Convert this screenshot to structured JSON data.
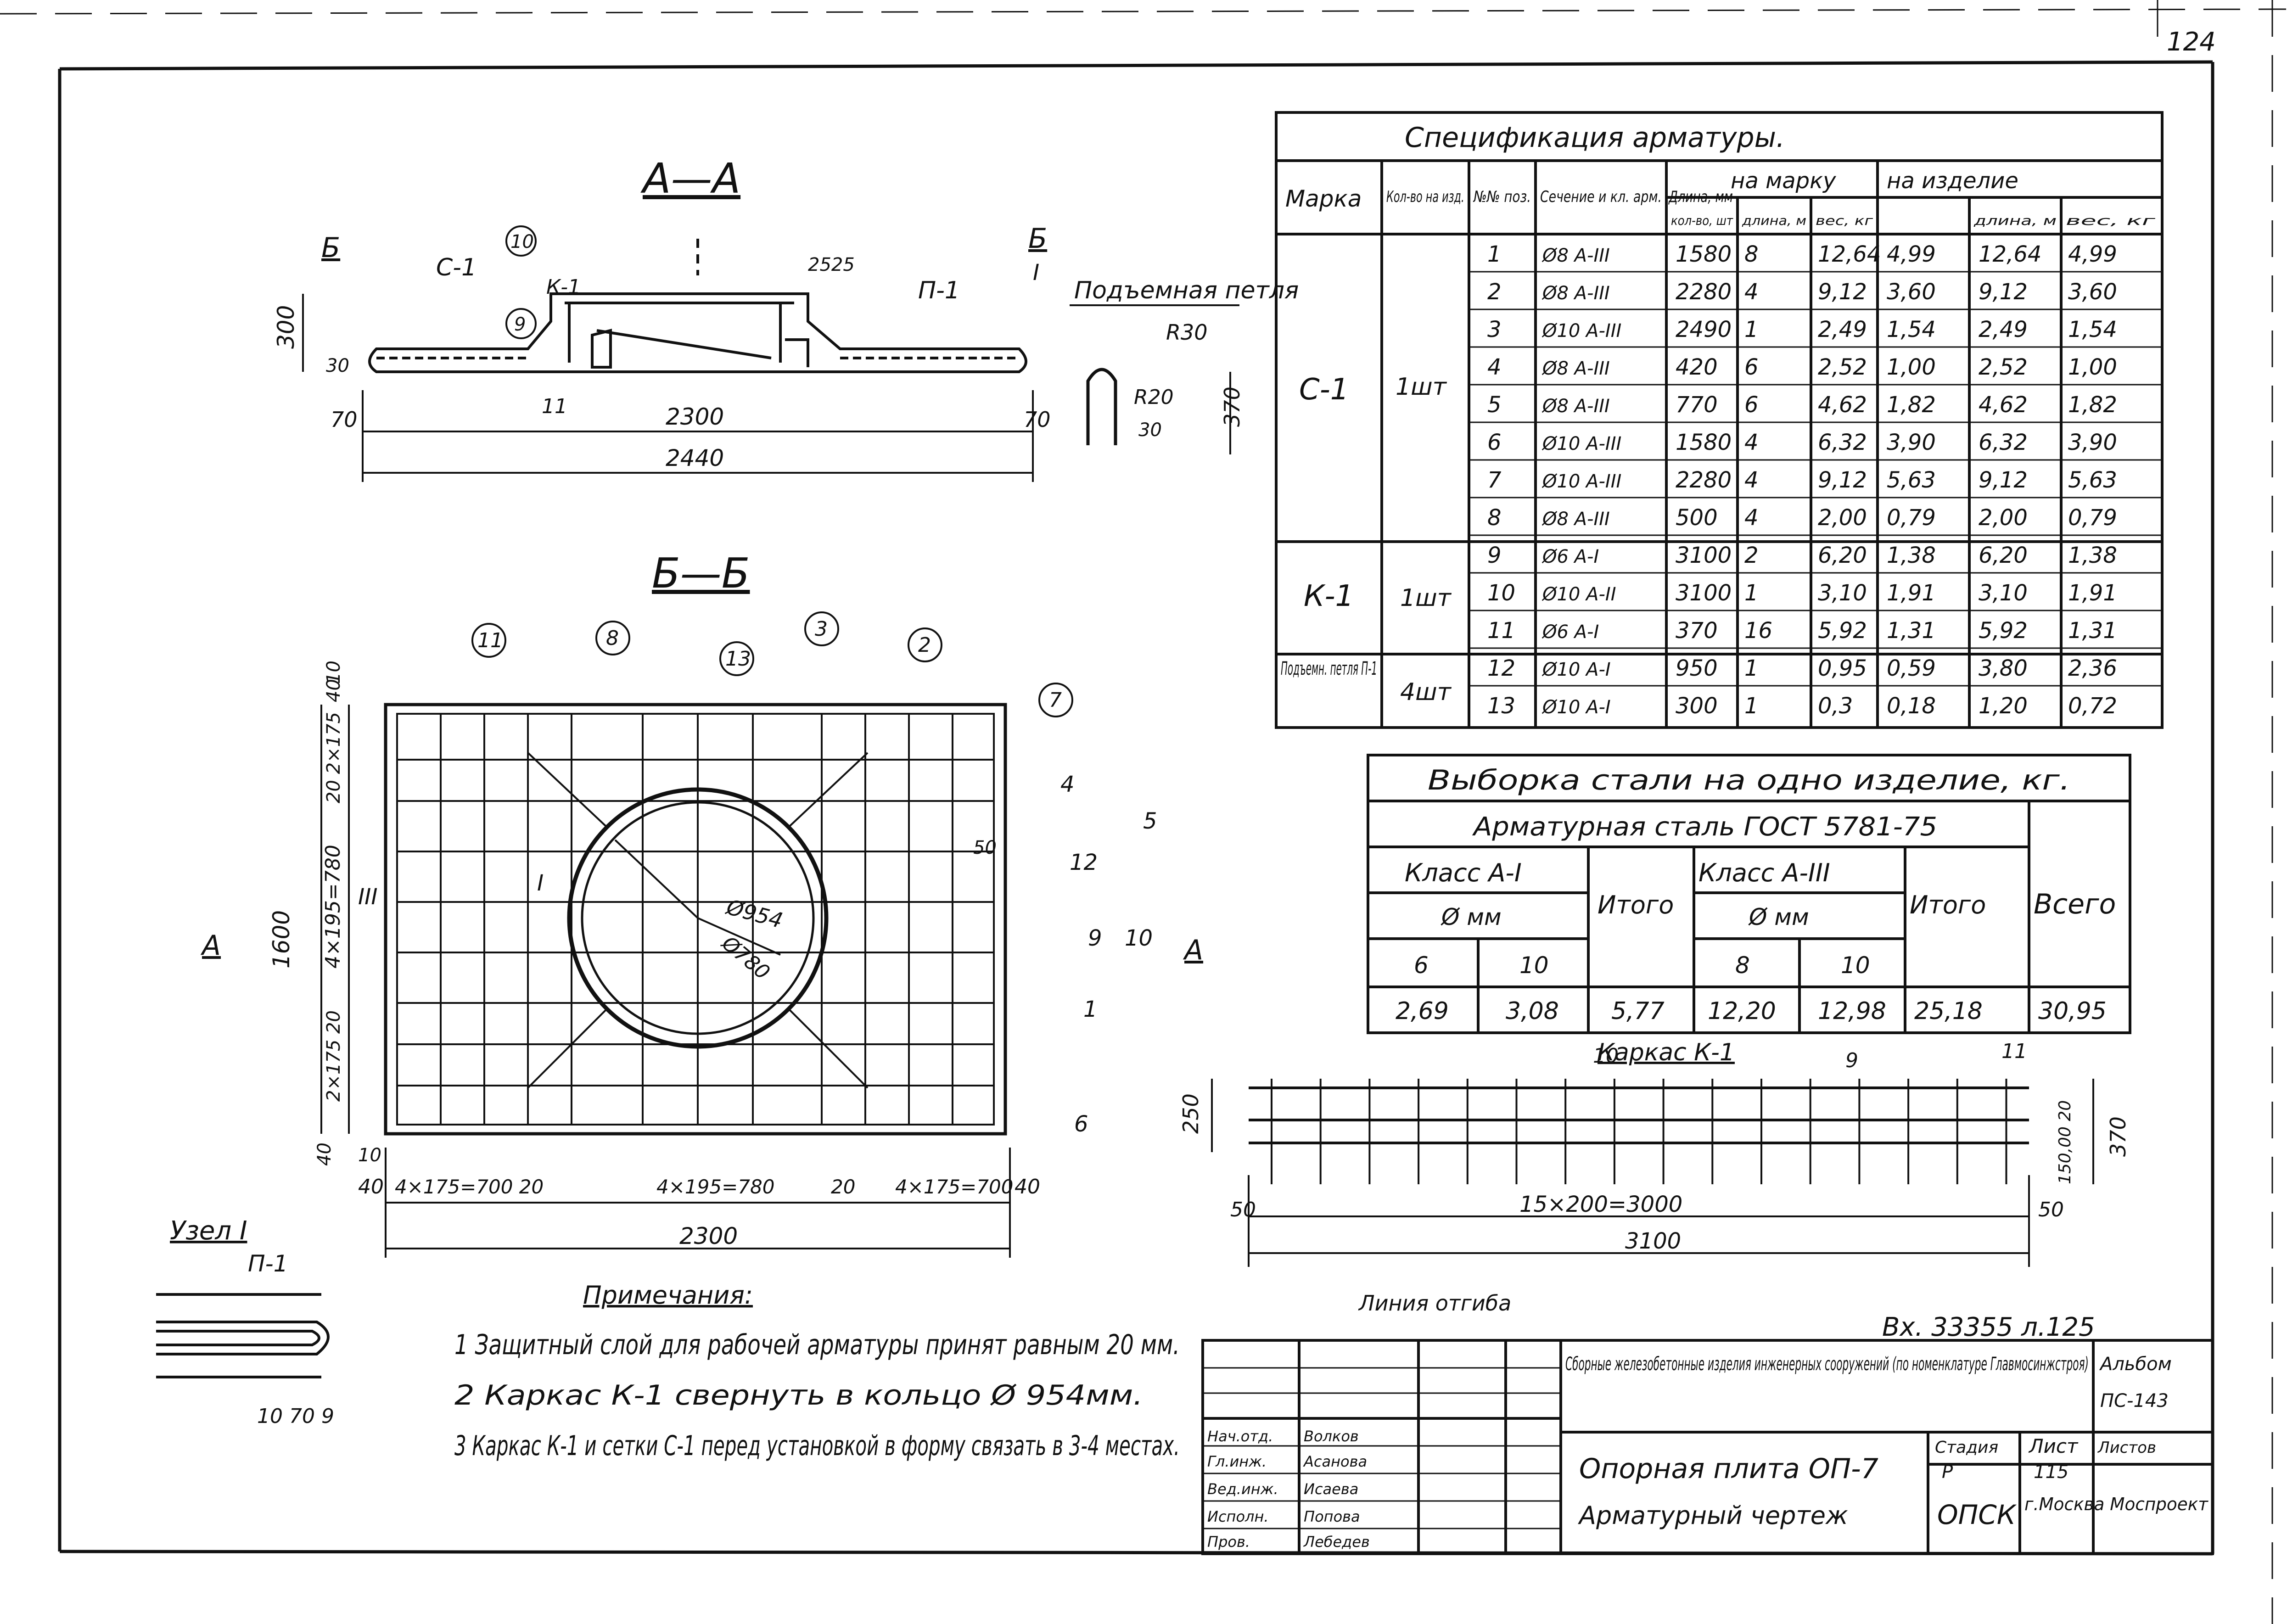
{
  "page_number": "124",
  "section_aa": {
    "title": "А—А",
    "labels": {
      "b_left": "Б",
      "b_right": "Б",
      "roman_I": "I",
      "c1": "С-1",
      "k1": "К-1",
      "p1": "П-1",
      "n10": "10",
      "n9": "9",
      "n11": "11",
      "d2525": "2525"
    },
    "dims": {
      "h300": "300",
      "d30": "30",
      "l70": "70",
      "r70": "70",
      "w2300": "2300",
      "w2440": "2440"
    }
  },
  "lifting_loop": {
    "title": "Подъемная петля",
    "r30": "R30",
    "r20": "R20",
    "d30": "30",
    "h370": "370"
  },
  "section_bb": {
    "title": "Б—Б",
    "callouts": [
      "11",
      "8",
      "13",
      "3",
      "2",
      "7",
      "4",
      "5",
      "12",
      "9",
      "10",
      "1",
      "6"
    ],
    "left_dims": [
      "40",
      "10",
      "20 2×175",
      "4×195=780",
      "2×175 20",
      "10",
      "40"
    ],
    "overall_h": "1600",
    "bottom_dims": [
      "40",
      "4×175=700 20",
      "4×195=780",
      "20",
      "4×175=700",
      "40"
    ],
    "overall_w": "2300",
    "d954": "Ø954",
    "d780": "Ø780",
    "d50": "50",
    "a_left": "А",
    "a_right": "А",
    "roman": "III",
    "i_mark": "I"
  },
  "node": {
    "title": "Узел I",
    "p1": "П-1",
    "dims": "10 70 9"
  },
  "notes": {
    "title": "Примечания:",
    "items": [
      "1 Защитный слой для рабочей арматуры принят равным 20 мм.",
      "2 Каркас К-1 свернуть в кольцо Ø 954мм.",
      "3 Каркас К-1 и сетки С-1 перед установкой в форму связать в 3-4 местах."
    ]
  },
  "spec_table": {
    "title": "Спецификация арматуры.",
    "headers": {
      "mark": "Марка",
      "qty": "Кол-во на изд.",
      "pos": "№№ поз.",
      "section": "Сечение и кл. арм.",
      "length": "Длина, мм",
      "per_mark": "на марку",
      "per_item": "на изделие",
      "count": "кол-во, шт",
      "len_m": "длина, м",
      "weight": "вес, кг"
    },
    "groups": [
      {
        "mark": "С-1",
        "qty": "1шт",
        "rows": [
          [
            "1",
            "Ø8 А-III",
            "1580",
            "8",
            "12,64",
            "4,99",
            "12,64",
            "4,99"
          ],
          [
            "2",
            "Ø8 А-III",
            "2280",
            "4",
            "9,12",
            "3,60",
            "9,12",
            "3,60"
          ],
          [
            "3",
            "Ø10 А-III",
            "2490",
            "1",
            "2,49",
            "1,54",
            "2,49",
            "1,54"
          ],
          [
            "4",
            "Ø8 А-III",
            "420",
            "6",
            "2,52",
            "1,00",
            "2,52",
            "1,00"
          ],
          [
            "5",
            "Ø8 А-III",
            "770",
            "6",
            "4,62",
            "1,82",
            "4,62",
            "1,82"
          ],
          [
            "6",
            "Ø10 А-III",
            "1580",
            "4",
            "6,32",
            "3,90",
            "6,32",
            "3,90"
          ],
          [
            "7",
            "Ø10 А-III",
            "2280",
            "4",
            "9,12",
            "5,63",
            "9,12",
            "5,63"
          ],
          [
            "8",
            "Ø8 А-III",
            "500",
            "4",
            "2,00",
            "0,79",
            "2,00",
            "0,79"
          ]
        ]
      },
      {
        "mark": "К-1",
        "qty": "1шт",
        "rows": [
          [
            "9",
            "Ø6 А-I",
            "3100",
            "2",
            "6,20",
            "1,38",
            "6,20",
            "1,38"
          ],
          [
            "10",
            "Ø10 А-II",
            "3100",
            "1",
            "3,10",
            "1,91",
            "3,10",
            "1,91"
          ],
          [
            "11",
            "Ø6 А-I",
            "370",
            "16",
            "5,92",
            "1,31",
            "5,92",
            "1,31"
          ]
        ]
      },
      {
        "mark": "Подъемн. петля П-1",
        "qty": "4шт",
        "rows": [
          [
            "12",
            "Ø10 А-I",
            "950",
            "1",
            "0,95",
            "0,59",
            "3,80",
            "2,36"
          ],
          [
            "13",
            "Ø10 А-I",
            "300",
            "1",
            "0,3",
            "0,18",
            "1,20",
            "0,72"
          ]
        ]
      }
    ]
  },
  "steel_table": {
    "title": "Выборка стали на одно изделие, кг.",
    "subtitle": "Арматурная сталь ГОСТ 5781-75",
    "class1": "Класс А-I",
    "class3": "Класс А-III",
    "dmm1": "Ø мм",
    "dmm3": "Ø мм",
    "total1": "Итого",
    "total3": "Итого",
    "grand": "Всего",
    "d": [
      "6",
      "10",
      "8",
      "10"
    ],
    "values": [
      "2,69",
      "3,08",
      "5,77",
      "12,20",
      "12,98",
      "25,18",
      "30,95"
    ]
  },
  "frame_k1": {
    "title": "Каркас К-1",
    "n10": "10",
    "n9": "9",
    "n11": "11",
    "h250": "250",
    "h370": "370",
    "dims_right": "150,00 20",
    "l50": "50",
    "r50": "50",
    "pitch": "15×200=3000",
    "total": "3100",
    "bend_line": "Линия отгиба"
  },
  "title_block": {
    "doc_number": "Вх. 33355 л.125",
    "series": "Сборные железобетонные изделия инженерных сооружений (по номенклатуре Главмосинжстроя)",
    "album_label": "Альбом",
    "album": "ПС-143",
    "name": "Опорная плита ОП-7",
    "subname": "Арматурный чертеж",
    "stage_label": "Стадия",
    "stage": "Р",
    "sheet_label": "Лист",
    "sheet": "115",
    "sheets_label": "Листов",
    "org": "ОПСК",
    "city": "г.Москва Моспроект",
    "roles": [
      "Нач.отд.",
      "Гл.инж.",
      "Вед.инж.",
      "Исполн.",
      "Пров."
    ],
    "names": [
      "Волков",
      "Асанова",
      "Исаева",
      "Попова",
      "Лебедев"
    ]
  }
}
